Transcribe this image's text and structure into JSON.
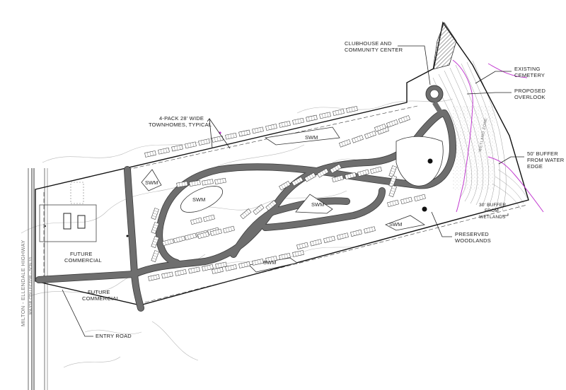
{
  "labels": {
    "clubhouse": [
      "CLUBHOUSE AND",
      "COMMUNITY CENTER"
    ],
    "cemetery": [
      "EXISTING",
      "CEMETERY"
    ],
    "overlook": [
      "PROPOSED",
      "OVERLOOK"
    ],
    "townhomes": [
      "4-PACK 28' WIDE",
      "TOWNHOMES, TYPICAL"
    ],
    "buffer_water": [
      "50' BUFFER",
      "FROM WATER",
      "EDGE"
    ],
    "buffer_wetlands": [
      "30' BUFFER",
      "FROM",
      "WETLANDS"
    ],
    "woodlands": [
      "PRESERVED",
      "WOODLANDS"
    ],
    "future_commercial_1": [
      "FUTURE",
      "COMMERCIAL"
    ],
    "future_commercial_2": [
      "FUTURE",
      "COMMERCIAL"
    ],
    "entry_road": "ENTRY ROAD",
    "swm": "SWM",
    "highway": "MILTON - ELLENDALE HIGHWAY",
    "highway_sub": "MAJOR COLLECTOR - SCN 10",
    "wetland_zone": "WETLAND ZONE"
  },
  "colors": {
    "road": "#6e6e6e",
    "road_edge": "#3b3b3b",
    "boundary": "#111111",
    "contour": "#b8b8b8",
    "wetland_line": "#c23ad0",
    "hatch": "#4a4a4a"
  }
}
